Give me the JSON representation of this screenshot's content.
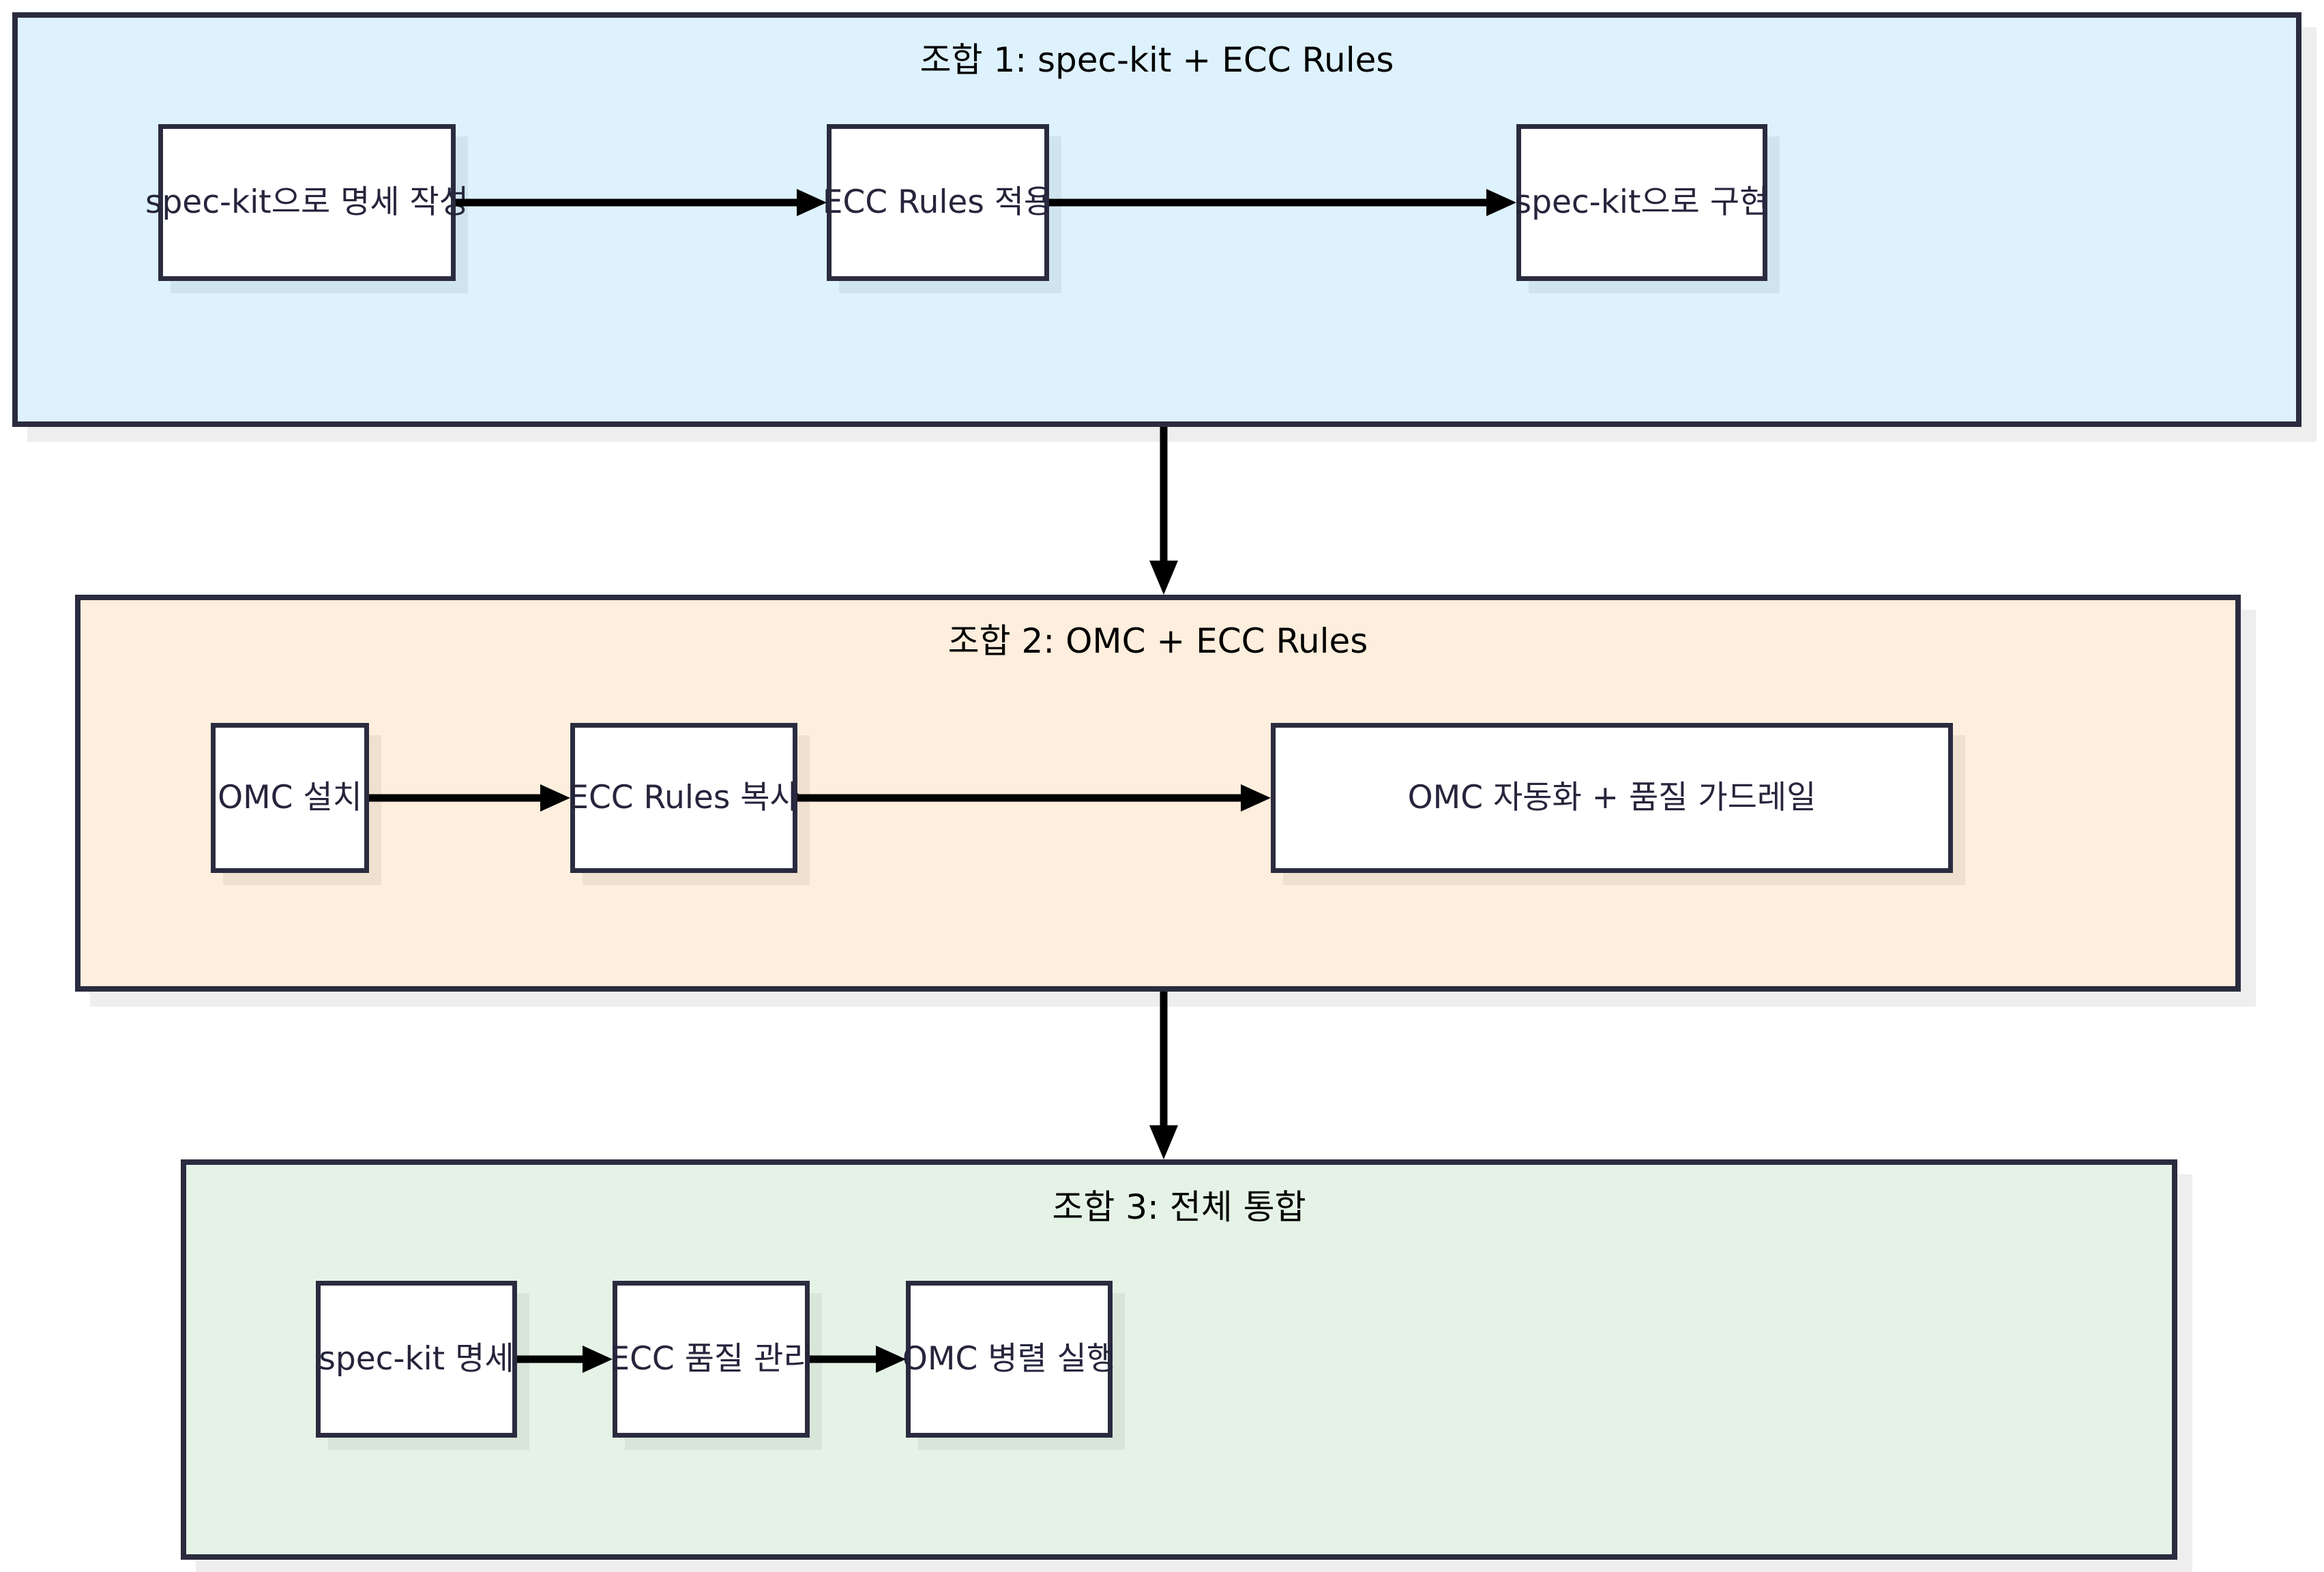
{
  "diagram": {
    "type": "flowchart",
    "direction": "top-down",
    "background": "#ffffff",
    "node_border_color": "#2b2b40",
    "node_fill_color": "#ffffff",
    "node_text_color": "#26253c",
    "edge_color": "#000000"
  },
  "groups": [
    {
      "id": "combo1",
      "title": "조합 1: spec-kit + ECC Rules",
      "fill": "#ddf2fc",
      "border": "#2b2b40",
      "nodes": [
        {
          "id": "c1n1",
          "label": "spec-kit으로 명세 작성"
        },
        {
          "id": "c1n2",
          "label": "ECC Rules 적용"
        },
        {
          "id": "c1n3",
          "label": "spec-kit으로 구현"
        }
      ],
      "edges": [
        {
          "from": "c1n1",
          "to": "c1n2",
          "label": ""
        },
        {
          "from": "c1n2",
          "to": "c1n3",
          "label": ""
        }
      ]
    },
    {
      "id": "combo2",
      "title": "조합 2: OMC + ECC Rules",
      "fill": "#fdeedd",
      "border": "#2b2b40",
      "nodes": [
        {
          "id": "c2n1",
          "label": "OMC 설치"
        },
        {
          "id": "c2n2",
          "label": "ECC Rules 복사"
        },
        {
          "id": "c2n3",
          "label": "OMC 자동화 + 품질 가드레일"
        }
      ],
      "edges": [
        {
          "from": "c2n1",
          "to": "c2n2",
          "label": ""
        },
        {
          "from": "c2n2",
          "to": "c2n3",
          "label": ""
        }
      ]
    },
    {
      "id": "combo3",
      "title": "조합 3: 전체 통합",
      "fill": "#e5f3e6",
      "border": "#2b2b40",
      "nodes": [
        {
          "id": "c3n1",
          "label": "spec-kit 명세"
        },
        {
          "id": "c3n2",
          "label": "ECC 품질 관리"
        },
        {
          "id": "c3n3",
          "label": "OMC 병렬 실행"
        }
      ],
      "edges": [
        {
          "from": "c3n1",
          "to": "c3n2",
          "label": ""
        },
        {
          "from": "c3n2",
          "to": "c3n3",
          "label": ""
        }
      ]
    }
  ],
  "group_links": [
    {
      "from": "combo1",
      "to": "combo2",
      "label": ""
    },
    {
      "from": "combo2",
      "to": "combo3",
      "label": ""
    }
  ]
}
